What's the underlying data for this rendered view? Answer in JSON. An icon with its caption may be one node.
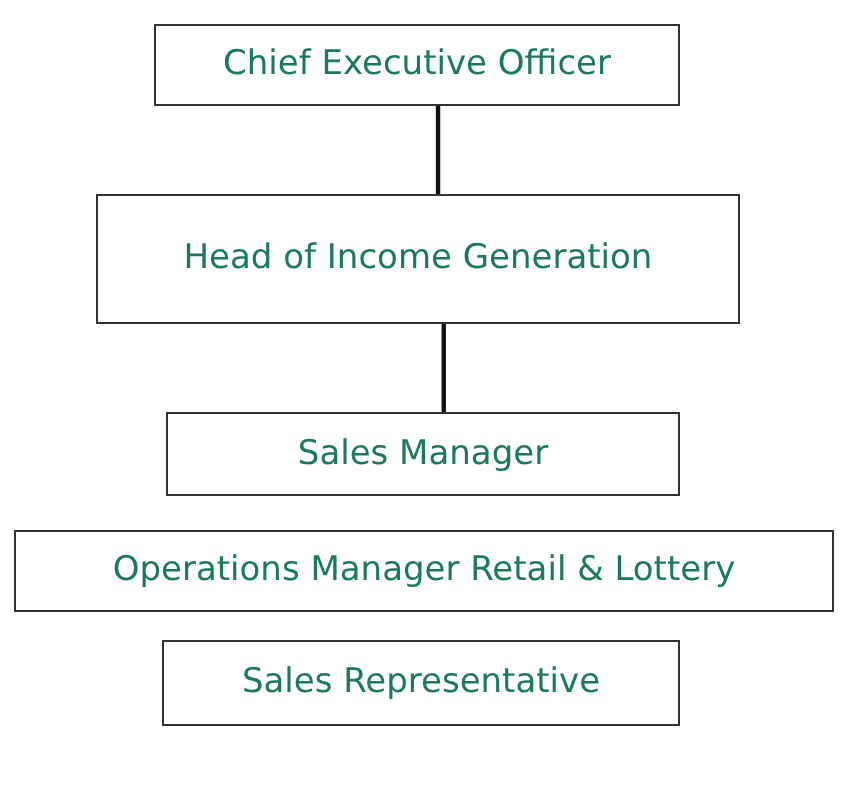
{
  "diagram": {
    "nodes": [
      {
        "text": [
          "Chief Executive Officer"
        ]
      },
      {
        "text": [
          "Head of Income Generation"
        ]
      },
      {
        "text": [
          "Sales Manager"
        ]
      },
      {
        "text": [
          "Operations Manager Retail & Lottery"
        ]
      },
      {
        "text": [
          "Sales Representative"
        ]
      }
    ],
    "edges": [
      {
        "from": 0,
        "to": 1,
        "arrow": "none"
      },
      {
        "from": 1,
        "to": 2,
        "arrow": "none"
      }
    ]
  }
}
